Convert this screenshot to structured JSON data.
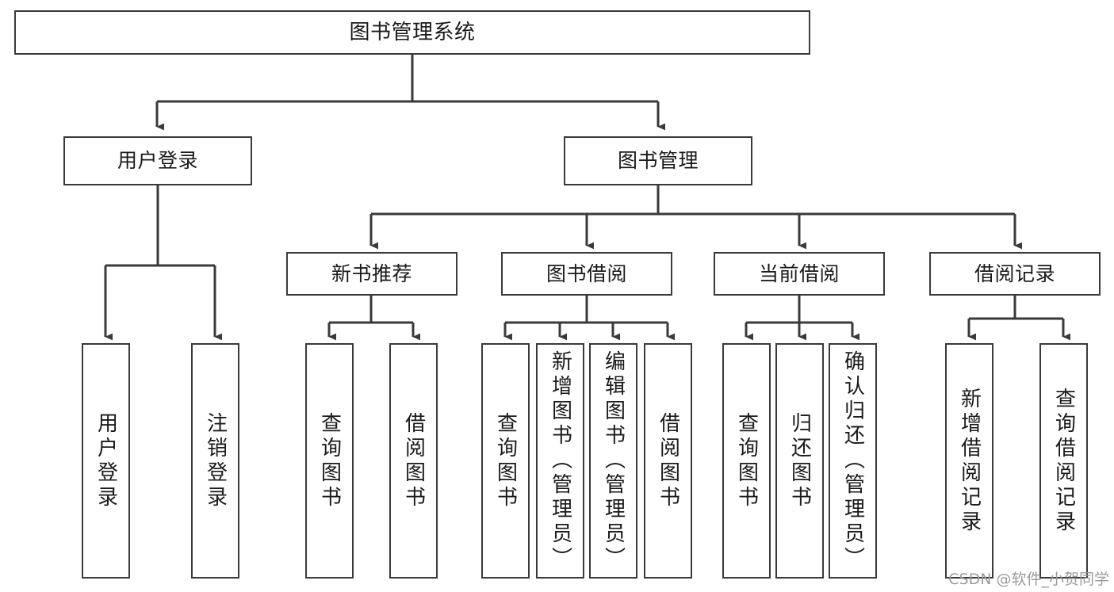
{
  "diagram": {
    "title": "图书管理系统",
    "type": "tree",
    "stroke_color": "#3a3a3a",
    "text_color": "#1a1a1a",
    "background_color": "#ffffff",
    "watermark": "CSDN @软件_小贺同学",
    "nodes": {
      "root": {
        "label": "图书管理系统"
      },
      "level2": [
        {
          "id": "user-login",
          "label": "用户登录"
        },
        {
          "id": "book-manage",
          "label": "图书管理"
        }
      ],
      "level3": [
        {
          "id": "new-book-recommend",
          "label": "新书推荐"
        },
        {
          "id": "book-borrow",
          "label": "图书借阅"
        },
        {
          "id": "current-borrow",
          "label": "当前借阅"
        },
        {
          "id": "borrow-record",
          "label": "借阅记录"
        }
      ],
      "leaves": [
        {
          "id": "leaf-user-login",
          "label": "用户登录",
          "parent": "user-login"
        },
        {
          "id": "leaf-user-logout",
          "label": "注销登录",
          "parent": "user-login"
        },
        {
          "id": "leaf-query-book-1",
          "label": "查询图书",
          "parent": "new-book-recommend"
        },
        {
          "id": "leaf-borrow-book-1",
          "label": "借阅图书",
          "parent": "new-book-recommend"
        },
        {
          "id": "leaf-query-book-2",
          "label": "查询图书",
          "parent": "book-borrow"
        },
        {
          "id": "leaf-add-book",
          "label": "新增图书（管理员）",
          "parent": "book-borrow"
        },
        {
          "id": "leaf-edit-book",
          "label": "编辑图书（管理员）",
          "parent": "book-borrow"
        },
        {
          "id": "leaf-borrow-book-2",
          "label": "借阅图书",
          "parent": "book-borrow"
        },
        {
          "id": "leaf-query-book-3",
          "label": "查询图书",
          "parent": "current-borrow"
        },
        {
          "id": "leaf-return-book",
          "label": "归还图书",
          "parent": "current-borrow"
        },
        {
          "id": "leaf-confirm-return",
          "label": "确认归还（管理员）",
          "parent": "current-borrow"
        },
        {
          "id": "leaf-add-record",
          "label": "新增借阅记录",
          "parent": "borrow-record"
        },
        {
          "id": "leaf-query-record",
          "label": "查询借阅记录",
          "parent": "borrow-record"
        }
      ]
    }
  }
}
